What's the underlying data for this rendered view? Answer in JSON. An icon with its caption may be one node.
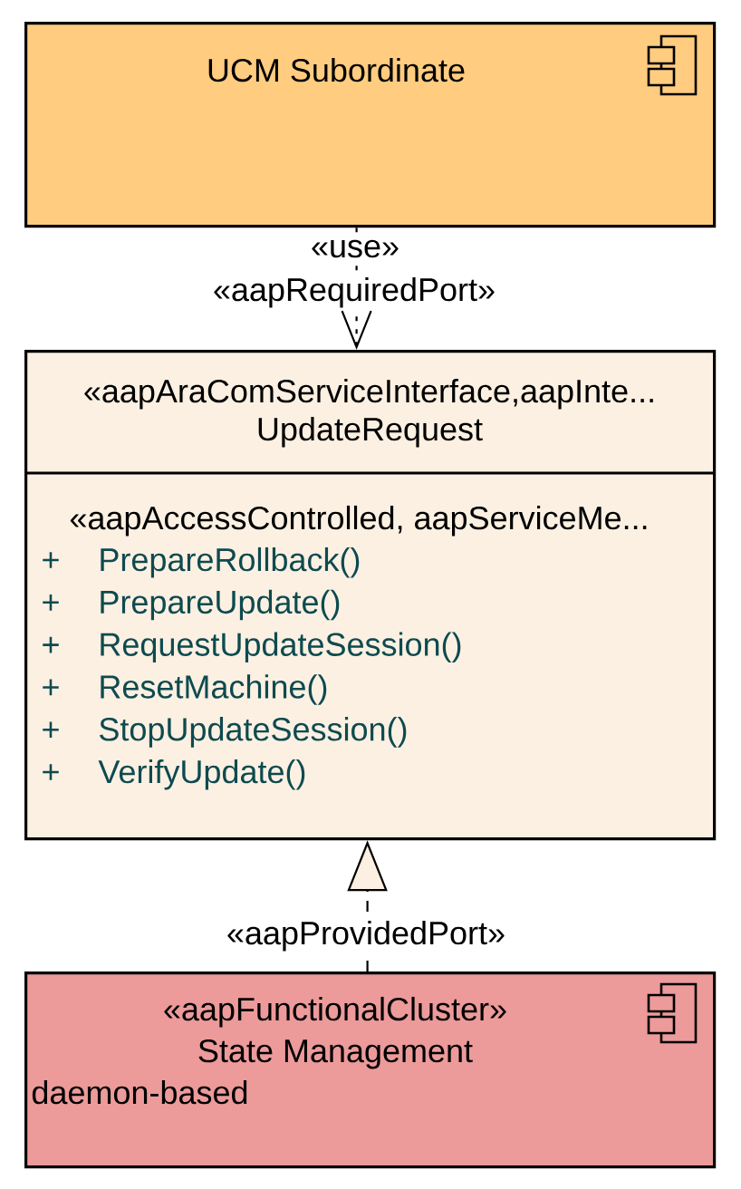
{
  "diagram": {
    "nodes": [
      {
        "text": [
          "UCM Subordinate"
        ]
      },
      {
        "text": [
          "«aapAraComServiceInterface,aapInte...",
          "UpdateRequest",
          "«aapAccessControlled, aapServiceMe...",
          "+",
          "PrepareRollback()",
          "+",
          "PrepareUpdate()",
          "+",
          "RequestUpdateSession()",
          "+",
          "ResetMachine()",
          "+",
          "StopUpdateSession()",
          "+",
          "VerifyUpdate()"
        ]
      },
      {
        "text": [
          "«aapFunctionalCluster»",
          "State Management",
          "daemon-based"
        ]
      }
    ],
    "edges": [
      {
        "from": 0,
        "to": 1,
        "arrow": "to",
        "label": "«use»",
        "style": "dashed"
      },
      {
        "from": 2,
        "to": 1,
        "arrow": "to",
        "label": "«aapProvidedPort»",
        "style": "dashed"
      }
    ],
    "labels": [
      "«aapRequiredPort»"
    ]
  }
}
